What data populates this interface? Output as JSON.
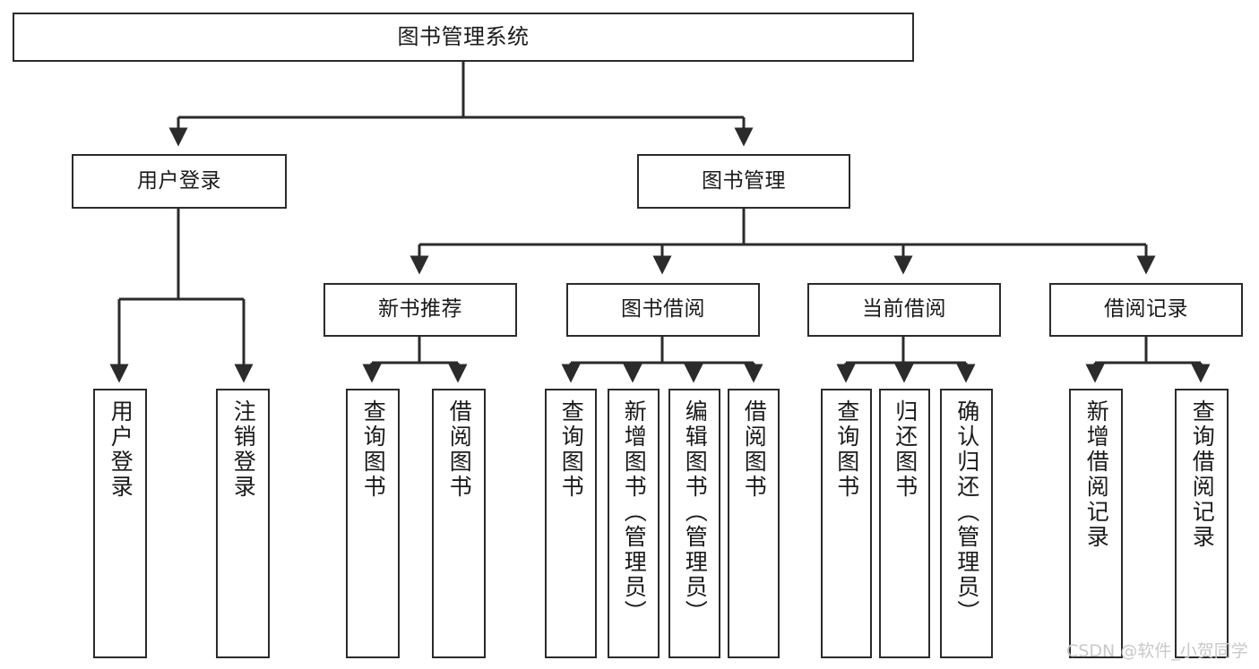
{
  "diagram": {
    "title": "图书管理系统",
    "type": "tree",
    "background": "#ffffff",
    "line_color": "#2b2b2b",
    "box_fill": "#ffffff"
  },
  "nodes": {
    "root": {
      "label": "图书管理系统"
    },
    "level2": [
      {
        "id": "user-login",
        "label": "用户登录"
      },
      {
        "id": "book-manage",
        "label": "图书管理"
      }
    ],
    "level3": [
      {
        "id": "new-book-recommend",
        "label": "新书推荐"
      },
      {
        "id": "book-borrow",
        "label": "图书借阅"
      },
      {
        "id": "current-borrow",
        "label": "当前借阅"
      },
      {
        "id": "borrow-record",
        "label": "借阅记录"
      }
    ],
    "leaves": [
      {
        "id": "leaf-user-login",
        "label": "用户登录",
        "parent": "user-login"
      },
      {
        "id": "leaf-logout-login",
        "label": "注销登录",
        "parent": "user-login"
      },
      {
        "id": "leaf-query-book-1",
        "label": "查询图书",
        "parent": "new-book-recommend"
      },
      {
        "id": "leaf-borrow-book-1",
        "label": "借阅图书",
        "parent": "new-book-recommend"
      },
      {
        "id": "leaf-query-book-2",
        "label": "查询图书",
        "parent": "book-borrow"
      },
      {
        "id": "leaf-add-book",
        "label": "新增图书（管理员）",
        "parent": "book-borrow"
      },
      {
        "id": "leaf-edit-book",
        "label": "编辑图书（管理员）",
        "parent": "book-borrow"
      },
      {
        "id": "leaf-borrow-book-2",
        "label": "借阅图书",
        "parent": "book-borrow"
      },
      {
        "id": "leaf-query-book-3",
        "label": "查询图书",
        "parent": "current-borrow"
      },
      {
        "id": "leaf-return-book",
        "label": "归还图书",
        "parent": "current-borrow"
      },
      {
        "id": "leaf-confirm-return",
        "label": "确认归还（管理员）",
        "parent": "current-borrow"
      },
      {
        "id": "leaf-add-record",
        "label": "新增借阅记录",
        "parent": "borrow-record"
      },
      {
        "id": "leaf-query-record",
        "label": "查询借阅记录",
        "parent": "borrow-record"
      }
    ]
  },
  "watermark": {
    "text": "CSDN @软件_小贺同学"
  }
}
